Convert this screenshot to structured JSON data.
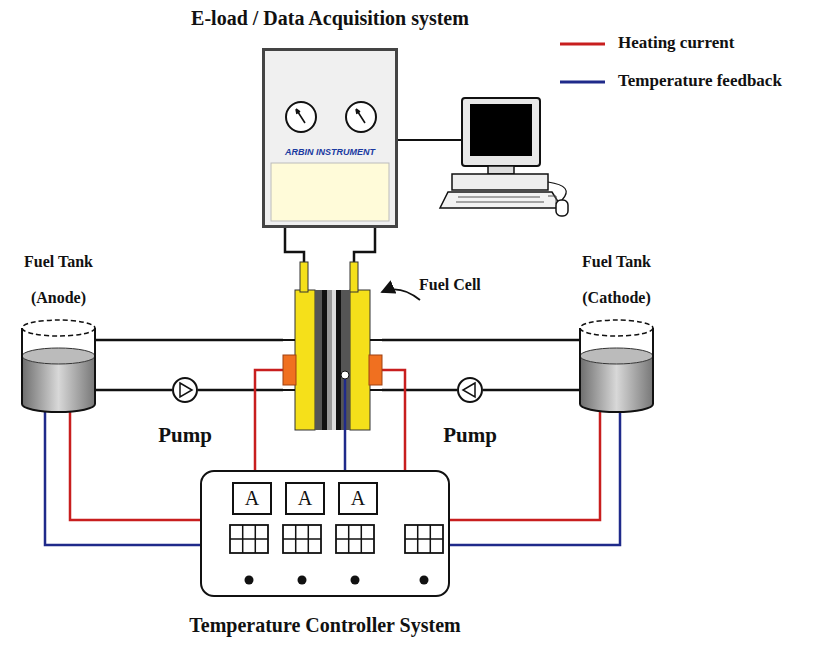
{
  "diagram": {
    "nodes": [
      {
        "text": [
          "E-load / Data Acquisition system",
          "ARBIN INSTRUMENT"
        ]
      },
      {
        "text": [
          "Fuel Tank (Anode)"
        ]
      },
      {
        "text": [
          "Fuel Cell"
        ]
      },
      {
        "text": [
          "Fuel Tank (Cathode)"
        ]
      },
      {
        "text": [
          "Pump"
        ]
      },
      {
        "text": [
          "Pump"
        ]
      },
      {
        "text": [
          "Temperature Controller System"
        ]
      },
      {
        "text": [
          "A"
        ],
        "in": 6
      },
      {
        "text": [
          "A"
        ],
        "in": 6
      },
      {
        "text": [
          "A"
        ],
        "in": 6
      }
    ],
    "edges": [
      {
        "from": 0,
        "to": 2,
        "arrow": "none"
      },
      {
        "from": 0,
        "to": 2,
        "arrow": "none"
      },
      {
        "from": 1,
        "to": 2,
        "arrow": "none"
      },
      {
        "from": 1,
        "to": 4,
        "arrow": "none"
      },
      {
        "from": 4,
        "to": 2,
        "arrow": "none"
      },
      {
        "from": 2,
        "to": 3,
        "arrow": "none"
      },
      {
        "from": 2,
        "to": 5,
        "arrow": "none"
      },
      {
        "from": 5,
        "to": 3,
        "arrow": "none"
      },
      {
        "from": 6,
        "to": 1,
        "arrow": "none"
      },
      {
        "from": 6,
        "to": 1,
        "arrow": "none"
      },
      {
        "from": 6,
        "to": 2,
        "arrow": "none"
      },
      {
        "from": 6,
        "to": 2,
        "arrow": "none"
      },
      {
        "from": 6,
        "to": 2,
        "arrow": "none"
      },
      {
        "from": 6,
        "to": 3,
        "arrow": "none"
      },
      {
        "from": 6,
        "to": 3,
        "arrow": "none"
      }
    ],
    "legend": [
      {
        "text": "Heating current"
      },
      {
        "text": "Temperature feedback"
      }
    ]
  }
}
